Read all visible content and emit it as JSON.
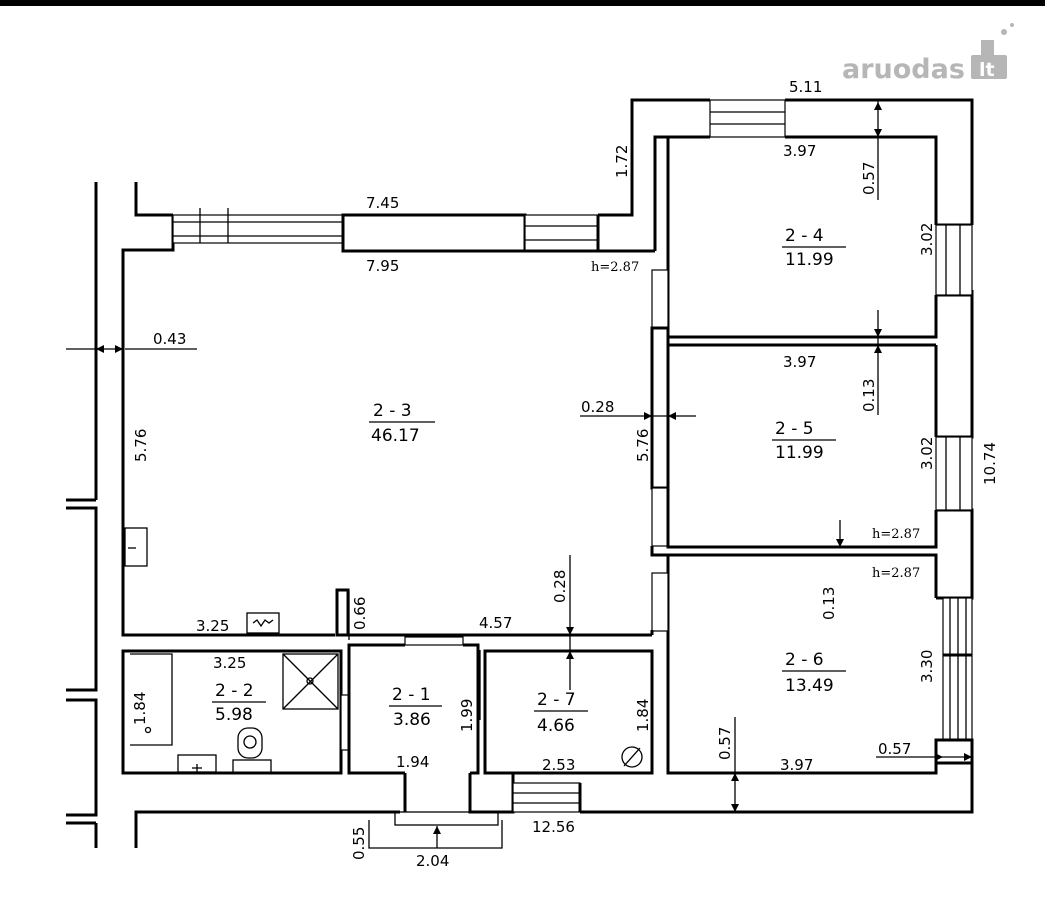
{
  "logo": {
    "name": "aruodas",
    "tld": "lt"
  },
  "rooms": [
    {
      "id": "2 - 3",
      "area": "46.17"
    },
    {
      "id": "2 - 4",
      "area": "11.99"
    },
    {
      "id": "2 - 5",
      "area": "11.99"
    },
    {
      "id": "2 - 6",
      "area": "13.49"
    },
    {
      "id": "2 - 2",
      "area": "5.98"
    },
    {
      "id": "2 - 1",
      "area": "3.86"
    },
    {
      "id": "2 - 7",
      "area": "4.66"
    }
  ],
  "dimensions": [
    "5.11",
    "1.72",
    "3.97",
    "0.57",
    "7.45",
    "7.95",
    "3.02",
    "0.43",
    "5.76",
    "3.97",
    "0.13",
    "0.28",
    "5.76",
    "3.02",
    "10.74",
    "0.28",
    "0.13",
    "3.25",
    "0.66",
    "4.57",
    "3.25",
    "1.84",
    "1.99",
    "1.84",
    "3.30",
    "1.94",
    "2.53",
    "0.57",
    "3.97",
    "0.57",
    "12.56",
    "0.55",
    "2.04"
  ],
  "heights": [
    "h=2.87",
    "h=2.87",
    "h=2.87"
  ],
  "colors": {
    "line": "#000000",
    "logo": "#b6b6b6",
    "background": "#ffffff"
  }
}
